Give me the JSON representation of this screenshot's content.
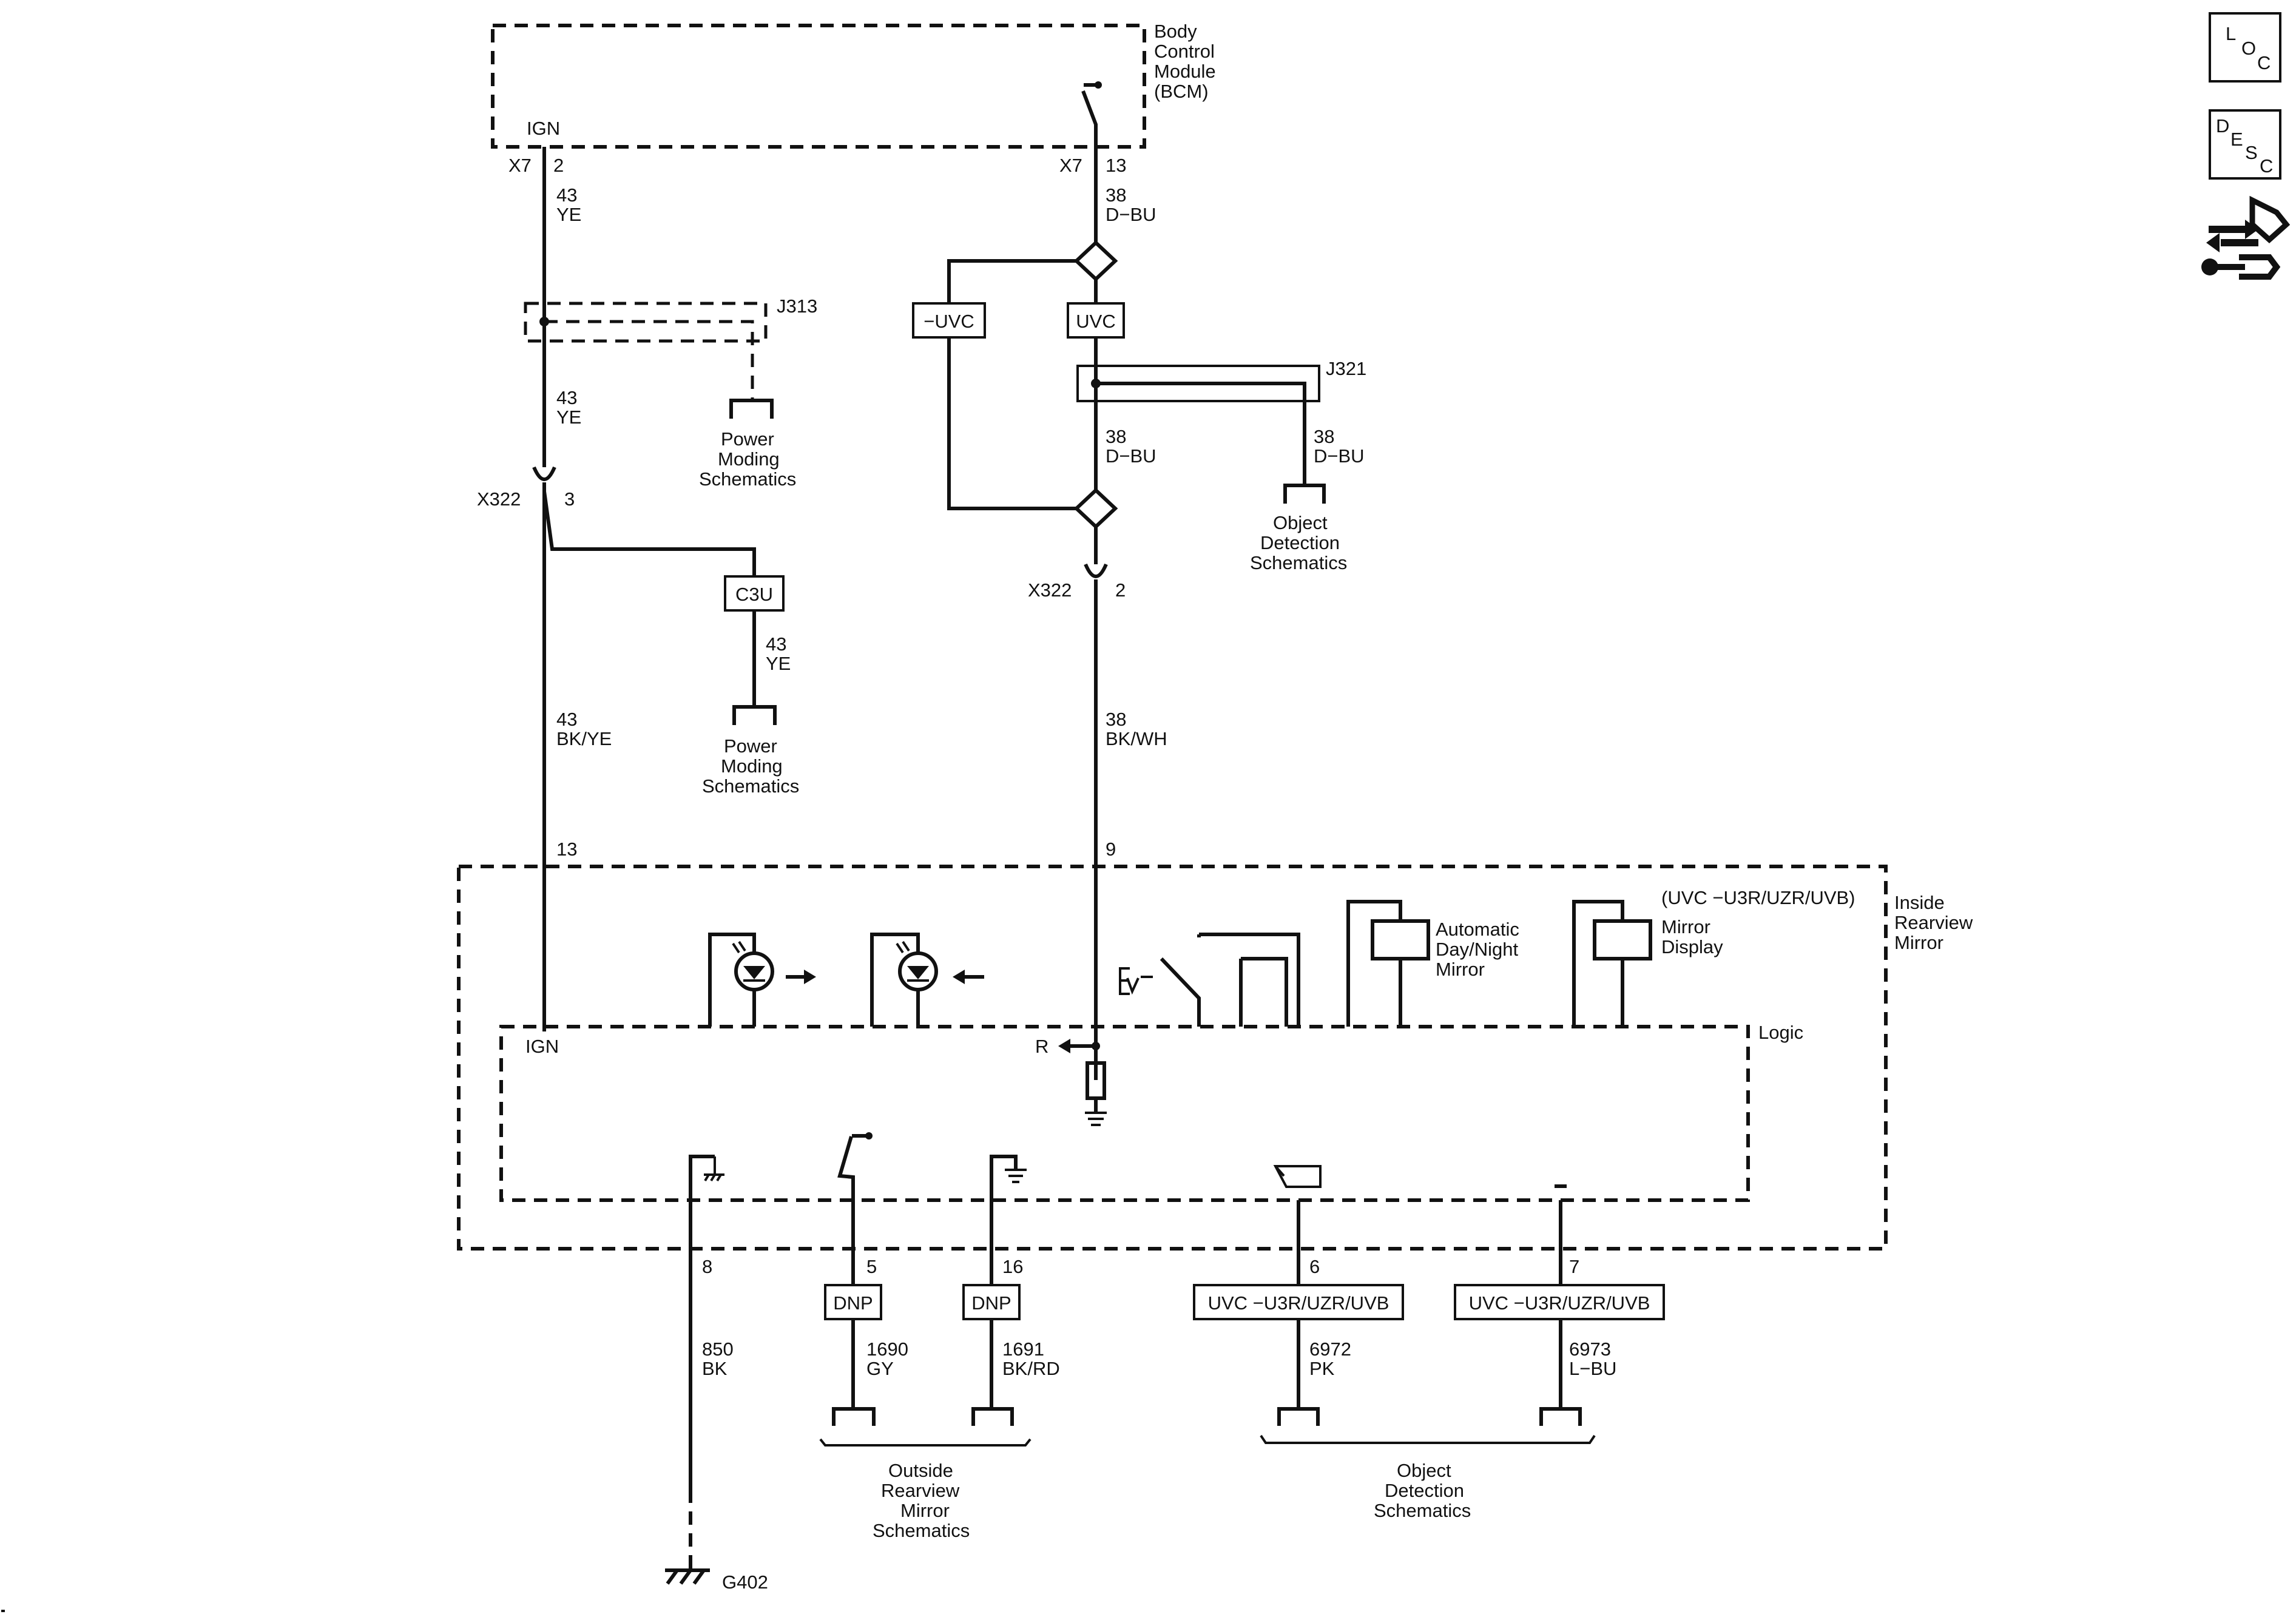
{
  "modules": {
    "bcm": [
      "Body",
      "Control",
      "Module",
      "(BCM)"
    ],
    "mirror": [
      "Inside",
      "Rearview",
      "Mirror"
    ],
    "logic": "Logic"
  },
  "pins": {
    "ign_bcm": "IGN",
    "x7_a": "X7",
    "x7_a_pin": "2",
    "x7_b": "X7",
    "x7_b_pin": "13",
    "x322_a": "X322",
    "x322_a_pin": "3",
    "x322_b": "X322",
    "x322_b_pin": "2",
    "mirror_13": "13",
    "mirror_9": "9",
    "ign_logic": "IGN",
    "r_logic": "R",
    "p8": "8",
    "p5": "5",
    "p16": "16",
    "p6": "6",
    "p7": "7"
  },
  "splices": {
    "j313": "J313",
    "j321": "J321"
  },
  "wires": {
    "w43_a": [
      "43",
      "YE"
    ],
    "w43_b": [
      "43",
      "YE"
    ],
    "w43_c": [
      "43",
      "YE"
    ],
    "w43_d": [
      "43",
      "BK/YE"
    ],
    "w38_a": [
      "38",
      "D−BU"
    ],
    "w38_b": [
      "38",
      "D−BU"
    ],
    "w38_c": [
      "38",
      "D−BU"
    ],
    "w38_d": [
      "38",
      "BK/WH"
    ],
    "w850": [
      "850",
      "BK"
    ],
    "w1690": [
      "1690",
      "GY"
    ],
    "w1691": [
      "1691",
      "BK/RD"
    ],
    "w6972": [
      "6972",
      "PK"
    ],
    "w6973": [
      "6973",
      "L−BU"
    ]
  },
  "options": {
    "c3u": "C3U",
    "neg_uvc": "−UVC",
    "uvc": "UVC",
    "dnp_a": "DNP",
    "dnp_b": "DNP",
    "uvc_u3r_a": "UVC −U3R/UZR/UVB",
    "uvc_u3r_b": "UVC −U3R/UZR/UVB"
  },
  "references": {
    "power_moding_a": [
      "Power",
      "Moding",
      "Schematics"
    ],
    "power_moding_b": [
      "Power",
      "Moding",
      "Schematics"
    ],
    "object_detection_a": [
      "Object",
      "Detection",
      "Schematics"
    ],
    "outside_mirror": [
      "Outside",
      "Rearview",
      "Mirror",
      "Schematics"
    ],
    "object_detection_b": [
      "Object",
      "Detection",
      "Schematics"
    ]
  },
  "components": {
    "auto_day_night": [
      "Automatic",
      "Day/Night",
      "Mirror"
    ],
    "mirror_display_option": "(UVC −U3R/UZR/UVB)",
    "mirror_display": [
      "Mirror",
      "Display"
    ]
  },
  "ground": "G402",
  "side_icons": {
    "loc": [
      "L",
      "O",
      "C"
    ],
    "desc": [
      "D",
      "E",
      "S",
      "C"
    ]
  }
}
